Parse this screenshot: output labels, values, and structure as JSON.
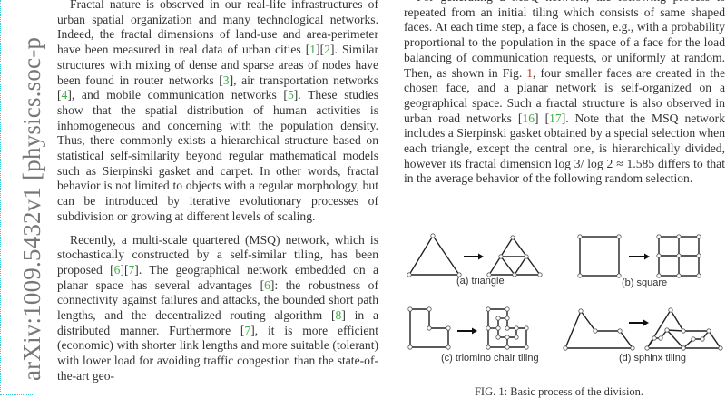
{
  "margin_stamp": {
    "text": "arXiv:1009.5432v1  [physics.soc-p"
  },
  "left_column": {
    "paragraph1": {
      "segments": [
        "Fractal nature is observed in our real-life infrastructures of urban spatial organization and many technological networks. Indeed, the fractal dimensions of land-use and area-perimeter have been measured in real data of urban cities ",
        "1",
        "2",
        ". Similar structures with mixing of dense and sparse areas of nodes have been found in router networks ",
        "3",
        ", air transportation networks ",
        "4",
        ", and mobile communication networks ",
        "5",
        ". These studies show that the spatial distribution of human activities is inhomogeneous and concerning with the population density. Thus, there commonly exists a hierarchical structure based on statistical self-similarity beyond regular mathematical models such as Sierpinski gasket and carpet. In other words, fractal behavior is not limited to objects with a regular morphology, but can be introduced by iterative evolutionary processes of subdivision or growing at different levels of scaling."
      ]
    },
    "paragraph2": {
      "segments": [
        "Recently, a multi-scale quartered (MSQ) network, which is stochastically constructed by a self-similar tiling, has been proposed ",
        "6",
        "7",
        ". The geographical network embedded on a planar space has several advantages ",
        "6",
        ": the robustness of connectivity against failures and attacks, the bounded short path lengths, and the decentralized routing algorithm ",
        "8",
        " in a distributed manner. Furthermore ",
        "7",
        ", it is more efficient (economic) with shorter link lengths and more suitable (tolerant) with lower load for avoiding traffic congestion than the state-of-the-art geo-"
      ]
    }
  },
  "right_column": {
    "paragraph": {
      "segments": [
        "For generating a MSQ network, the following process is repeated from an initial tiling which consists of same shaped faces. At each time step, a face is chosen, e.g., with a probability proportional to the population in the space of a face for the load balancing of communication requests, or uniformly at random. Then, as shown in Fig. ",
        "1",
        ", four smaller faces are created in the chosen face, and a planar network is self-organized on a geographical space. Such a fractal structure is also observed in urban road networks ",
        "16",
        "17",
        ". Note that the MSQ network includes a Sierpinski gasket obtained by a special selection when each triangle, except the central one, is hierarchically divided, however its fractal dimension log 3/ log 2 ≈ 1.585 differs to that in the average behavior of the following random selection."
      ]
    }
  },
  "figure": {
    "panels": [
      {
        "label": "(a) triangle"
      },
      {
        "label": "(b) square"
      },
      {
        "label": "(c) triomino chair tiling"
      },
      {
        "label": "(d) sphinx tiling"
      }
    ],
    "caption": "FIG. 1: Basic process of the division."
  },
  "colors": {
    "citation": "#3cb043",
    "figure_ref": "#c0392b",
    "stamp_border": "#33c8d8",
    "text": "#333333"
  }
}
